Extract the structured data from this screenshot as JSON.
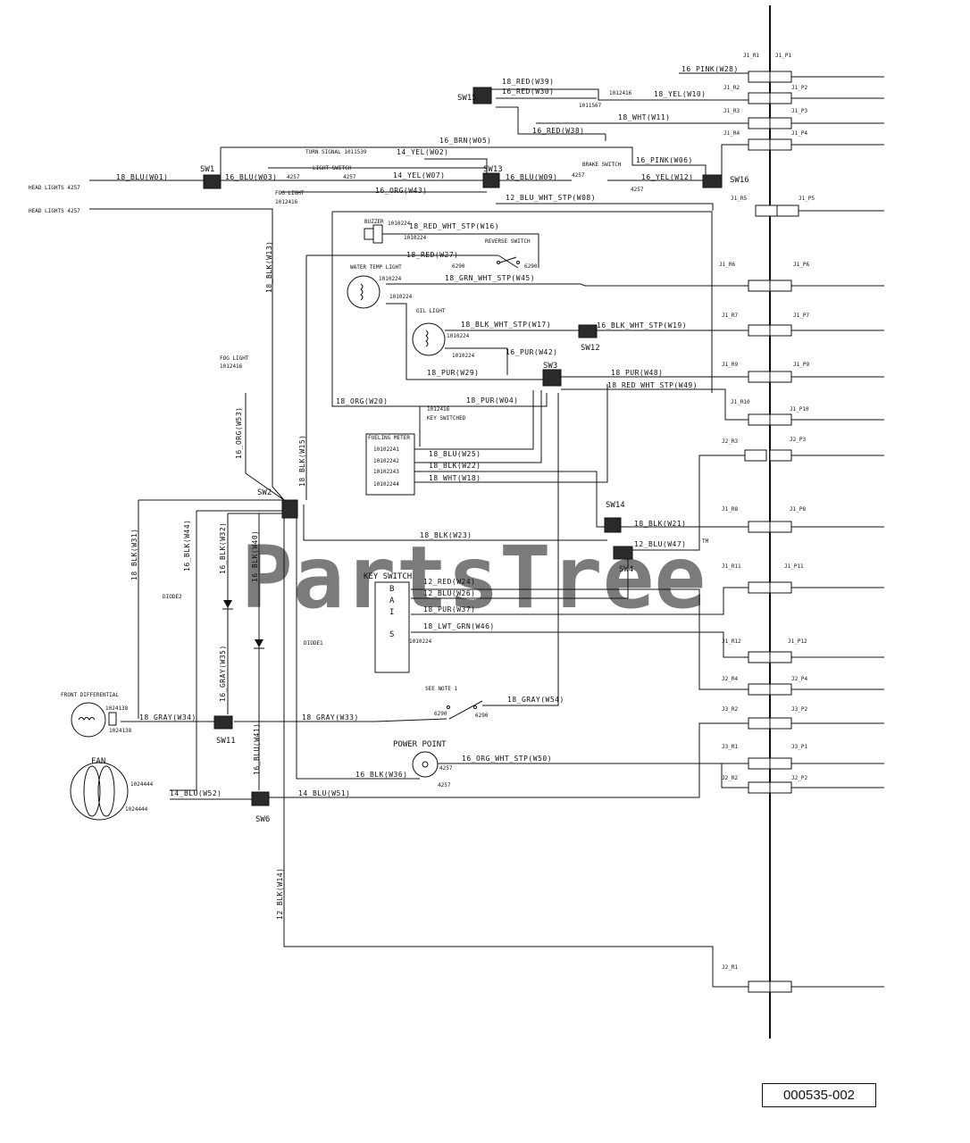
{
  "document_number": "000535-002",
  "watermark": "PartsTree",
  "watermark_tm": "TM",
  "components": {
    "sw1": "SW1",
    "sw2": "SW2",
    "sw3": "SW3",
    "sw4": "SW4",
    "sw6": "SW6",
    "sw11": "SW11",
    "sw12": "SW12",
    "sw13": "SW13",
    "sw14": "SW14",
    "sw15": "SW15",
    "sw16": "SW16",
    "head_lights_1": "HEAD LIGHTS 4257",
    "head_lights_2": "HEAD LIGHTS 4257",
    "turn_signal": "TURN SIGNAL 1011539",
    "light_switch": "LIGHT SWITCH",
    "brake_switch": "BRAKE SWITCH",
    "fog_light_top": "FOG LIGHT",
    "fog_light_top_pn": "1012416",
    "fog_light_left": "FOG LIGHT",
    "fog_light_left_pn": "1012416",
    "buzzer": "BUZZER",
    "reverse_switch": "REVERSE SWITCH",
    "water_temp_light": "WATER TEMP LIGHT",
    "oil_light": "OIL LIGHT",
    "key_switched": "KEY SWITCHED",
    "key_switched_pn": "1012416",
    "fueling_meter": "FUELING METER",
    "key_switch": "KEY SWITCH",
    "key_b": "B",
    "key_a": "A",
    "key_i": "I",
    "key_s": "S",
    "diode1": "DIODE1",
    "diode2": "DIODE2",
    "front_diff": "FRONT DIFFERENTIAL",
    "fan": "FAN",
    "power_point": "POWER POINT",
    "see_note": "SEE NOTE 1"
  },
  "part_numbers": {
    "p4257": "4257",
    "p6290": "6290",
    "p1010224": "1010224",
    "p1012416": "1012416",
    "p1011567": "1011567",
    "p1024138": "1024138",
    "p1024444": "1024444",
    "fm1": "10102241",
    "fm2": "10102242",
    "fm3": "10102243",
    "fm4": "10102244"
  },
  "wires": {
    "w01": "18_BLU(W01)",
    "w02": "14_YEL(W02)",
    "w03": "16_BLU(W03)",
    "w05": "16_BRN(W05)",
    "w06": "16_PINK(W06)",
    "w07": "14_YEL(W07)",
    "w08": "12_BLU_WHT_STP(W08)",
    "w09": "16_BLU(W09)",
    "w10": "18_YEL(W10)",
    "w11": "18_WHT(W11)",
    "w12": "16_YEL(W12)",
    "w13": "18_BLK(W13)",
    "w14": "12_BLK(W14)",
    "w15": "18_BLK(W15)",
    "w16": "18_RED_WHT_STP(W16)",
    "w17": "18_BLK_WHT_STP(W17)",
    "w18": "18_WHT(W18)",
    "w19": "16_BLK_WHT_STP(W19)",
    "w20": "18_ORG(W20)",
    "w21": "18_BLK(W21)",
    "w22": "18_BLK(W22)",
    "w23": "18_BLK(W23)",
    "w24": "12_RED(W24)",
    "w25": "18_BLU(W25)",
    "w26": "12_BLU(W26)",
    "w27": "18_RED(W27)",
    "w28": "16_PINK(W28)",
    "w29": "18_PUR(W29)",
    "w30": "16_RED(W30)",
    "w31": "18_BLK(W31)",
    "w32": "16_BLK(W32)",
    "w33": "18_GRAY(W33)",
    "w34": "18_GRAY(W34)",
    "w35": "16_GRAY(W35)",
    "w36": "16_BLK(W36)",
    "w37": "18_PUR(W37)",
    "w38": "16_RED(W38)",
    "w39": "18_RED(W39)",
    "w40": "16_BLK(W40)",
    "w41": "16_BLU(W41)",
    "w42": "16_PUR(W42)",
    "w43": "16_ORG(W43)",
    "w44": "16_BLK(W44)",
    "w45": "18_GRN_WHT_STP(W45)",
    "w46": "18_LWT_GRN(W46)",
    "w47": "12_BLU(W47)",
    "w48": "18_PUR(W48)",
    "w49": "18_RED_WHT_STP(W49)",
    "w50": "16_ORG_WHT_STP(W50)",
    "w51": "14_BLU(W51)",
    "w52": "14_BLU(W52)",
    "w53": "16_ORG(W53)",
    "w54": "18_GRAY(W54)",
    "w04": "18_PUR(W04)"
  },
  "connectors": {
    "j1r1": "J1_R1",
    "j1p1": "J1_P1",
    "j1r2": "J1_R2",
    "j1p2": "J1_P2",
    "j1r3": "J1_R3",
    "j1p3": "J1_P3",
    "j1r4": "J1_R4",
    "j1p4": "J1_P4",
    "j1r5": "J1_R5",
    "j1p5": "J1_P5",
    "j1r6": "J1_R6",
    "j1p6": "J1_P6",
    "j1r7": "J1_R7",
    "j1p7": "J1_P7",
    "j1r9": "J1_R9",
    "j1p9": "J1_P9",
    "j1r10": "J1_R10",
    "j1p10": "J1_P10",
    "j2r3": "J2_R3",
    "j2p3": "J2_P3",
    "j1r8": "J1_R8",
    "j1p8": "J1_P8",
    "j1r11": "J1_R11",
    "j1p11": "J1_P11",
    "j1r12": "J1_R12",
    "j1p12": "J1_P12",
    "j2r4": "J2_R4",
    "j2p4": "J2_P4",
    "j3r2": "J3_R2",
    "j3p2": "J3_P2",
    "j3r1": "J3_R1",
    "j3p1": "J3_P1",
    "j2r2": "J2_R2",
    "j2p2": "J2_P2",
    "j2r1": "J2_R1"
  }
}
